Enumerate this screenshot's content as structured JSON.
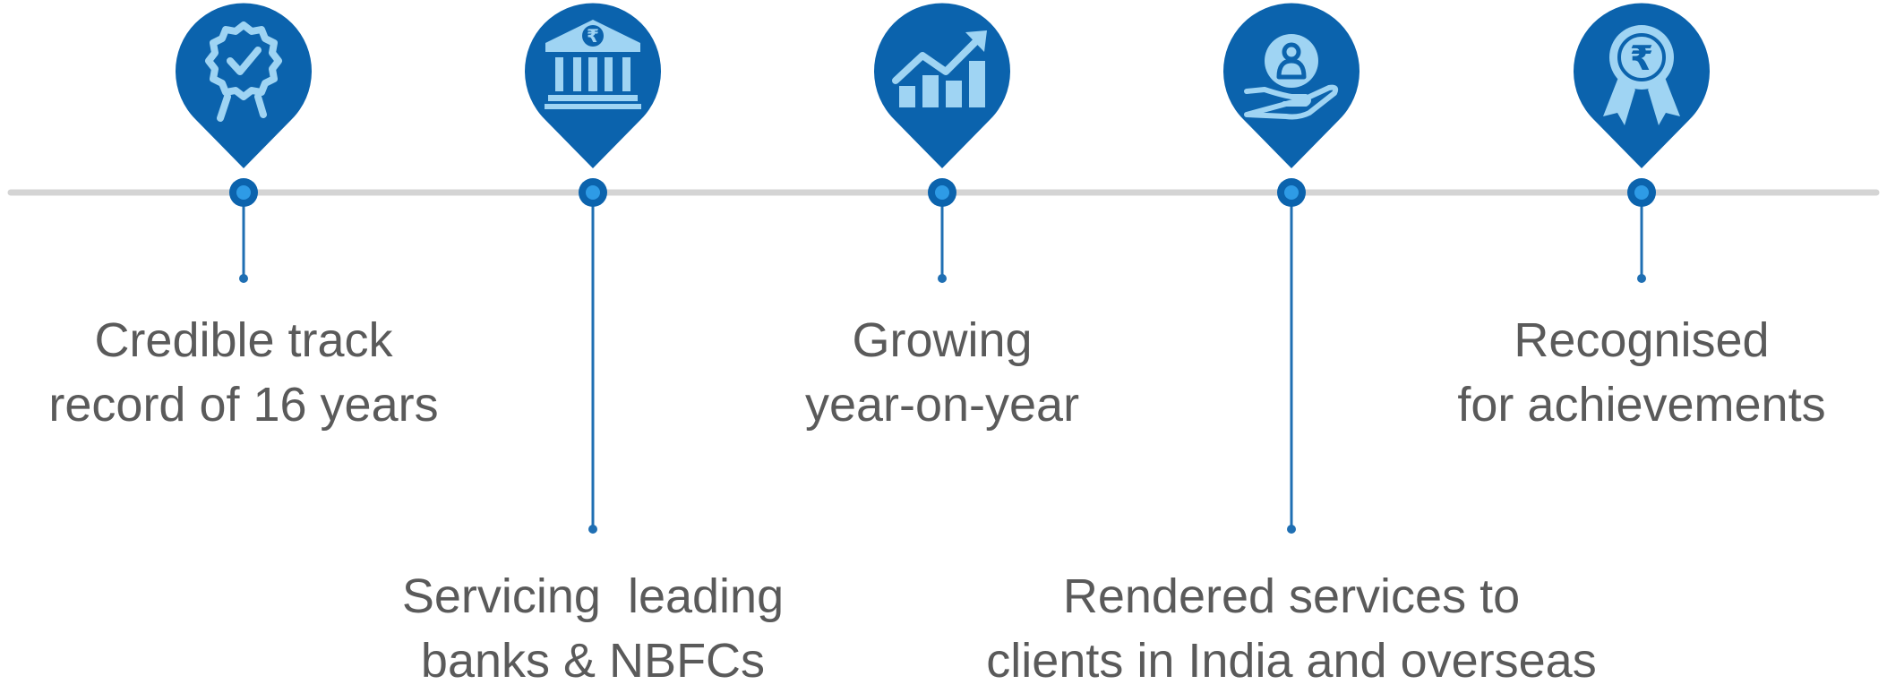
{
  "colors": {
    "pin": "#0b63ad",
    "icon_light": "#9fd4f3",
    "track": "#d4d4d4",
    "connector": "#1f6fb3",
    "dot_outer": "#0b63ad",
    "dot_inner": "#2e9be6",
    "text": "#5a5a5a"
  },
  "milestones": [
    {
      "icon": "award-badge-check-icon",
      "line1": "Credible track",
      "line2": "record of 16 years"
    },
    {
      "icon": "bank-rupee-icon",
      "line1": "Servicing  leading",
      "line2": "banks & NBFCs"
    },
    {
      "icon": "growth-chart-icon",
      "line1": "Growing",
      "line2": "year-on-year"
    },
    {
      "icon": "hand-person-icon",
      "line1": "Rendered services to",
      "line2": "clients in India and overseas"
    },
    {
      "icon": "rupee-ribbon-icon",
      "line1": "Recognised",
      "line2": "for achievements"
    }
  ]
}
